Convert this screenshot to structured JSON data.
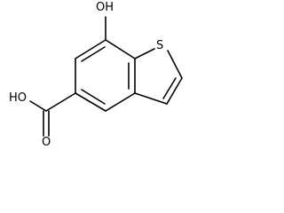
{
  "molecule": {
    "atoms": {
      "hydroxyl": "OH",
      "sulfur": "S",
      "carboxyl_hydroxyl": "HO",
      "carbonyl_oxygen": "O"
    }
  }
}
